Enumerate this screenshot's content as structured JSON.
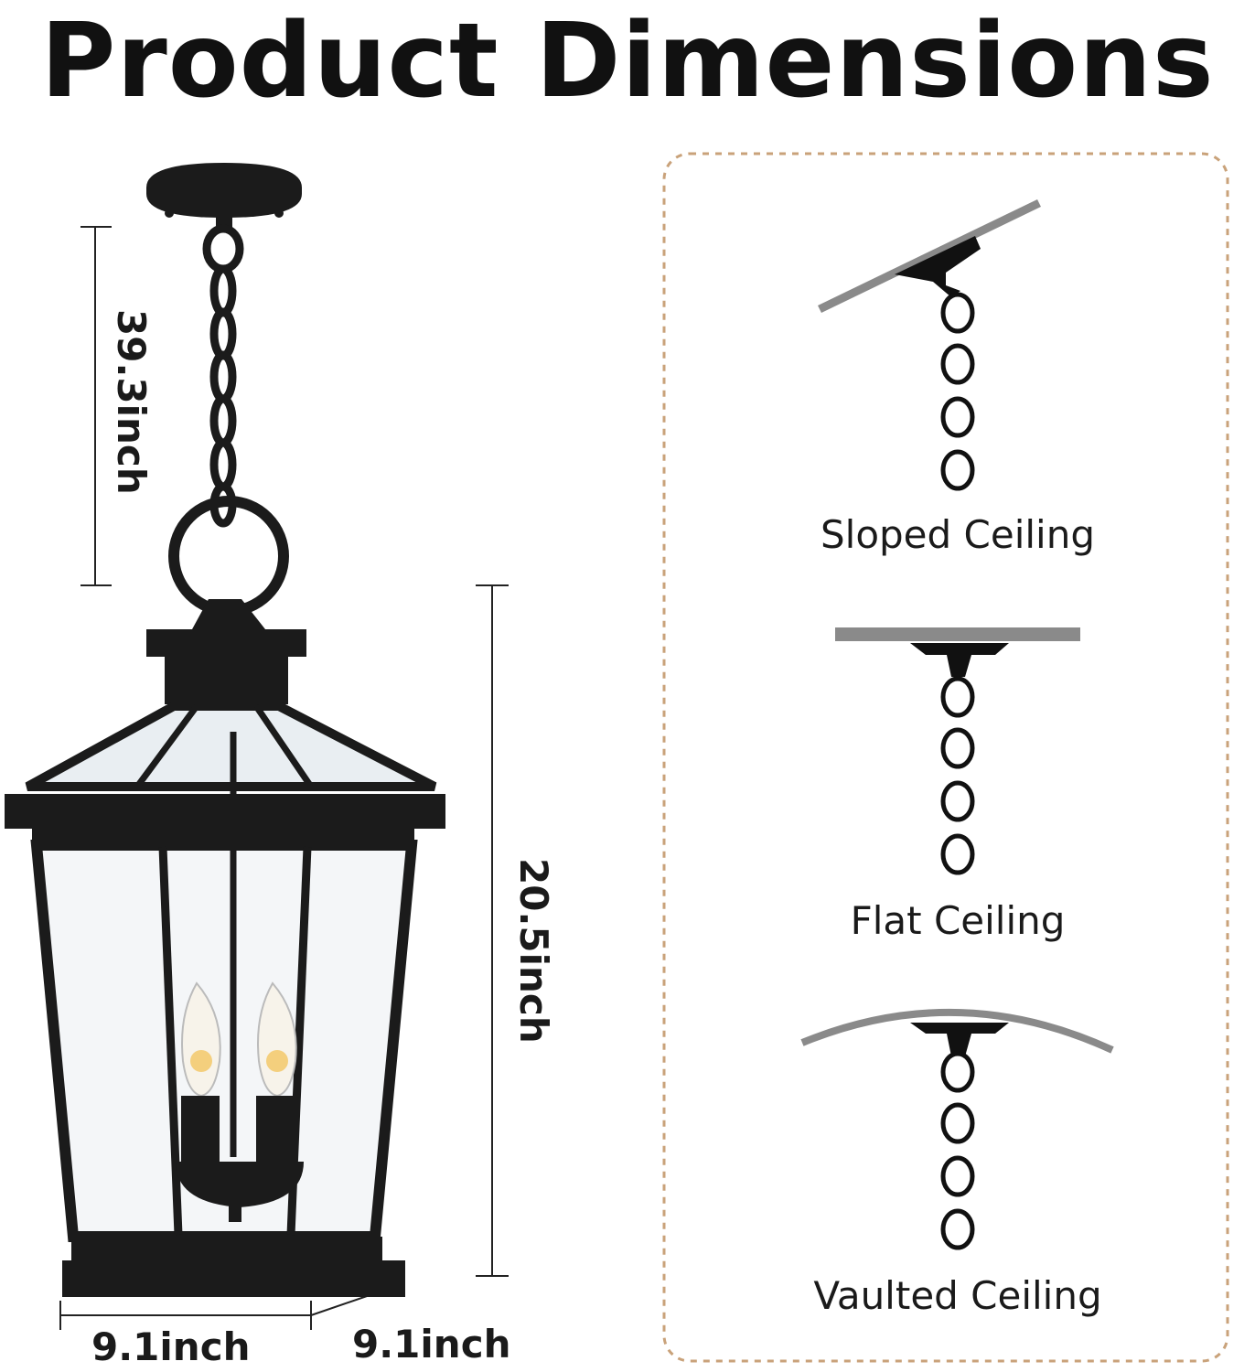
{
  "title": "Product Dimensions",
  "dimensions": {
    "chain_length": "39.3inch",
    "height": "20.5inch",
    "width": "9.1inch",
    "depth": "9.1inch"
  },
  "ceiling_types": [
    {
      "label": "Sloped Ceiling",
      "icon": "sloped-ceiling-mount-icon"
    },
    {
      "label": "Flat Ceiling",
      "icon": "flat-ceiling-mount-icon"
    },
    {
      "label": "Vaulted Ceiling",
      "icon": "vaulted-ceiling-mount-icon"
    }
  ],
  "colors": {
    "lamp_body": "#1b1b1b",
    "ceiling_gray": "#8a8a8a",
    "panel_border": "#c9a27a"
  }
}
